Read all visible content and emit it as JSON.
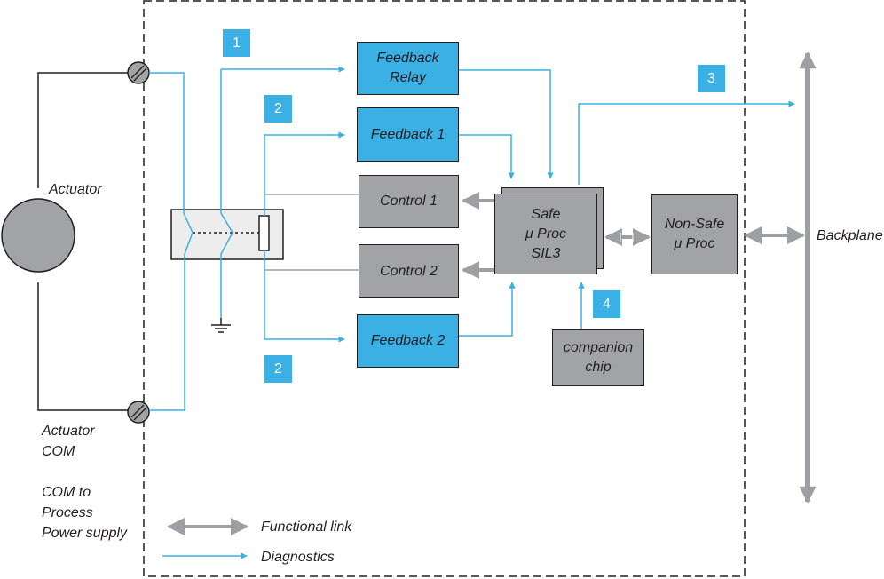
{
  "labels": {
    "actuator": "Actuator",
    "actuator_com": "Actuator\nCOM",
    "com_to_process": "COM to\nProcess\nPower supply",
    "backplane": "Backplane"
  },
  "blocks": {
    "feedback_relay": "Feedback\nRelay",
    "feedback_1": "Feedback 1",
    "feedback_2": "Feedback 2",
    "control_1": "Control 1",
    "control_2": "Control 2",
    "safe_proc": "Safe\nμ Proc\nSIL3",
    "non_safe_proc": "Non-Safe\nμ Proc",
    "companion_chip": "companion\nchip"
  },
  "markers": {
    "m1": "1",
    "m2a": "2",
    "m2b": "2",
    "m3": "3",
    "m4": "4"
  },
  "legend": {
    "functional_link": "Functional link",
    "diagnostics": "Diagnostics"
  },
  "colors": {
    "diagnostics": "#3ab0e5",
    "functional": "#9d9fa2",
    "block_blue": "#3ab0e5",
    "block_grey": "#a1a3a6"
  }
}
